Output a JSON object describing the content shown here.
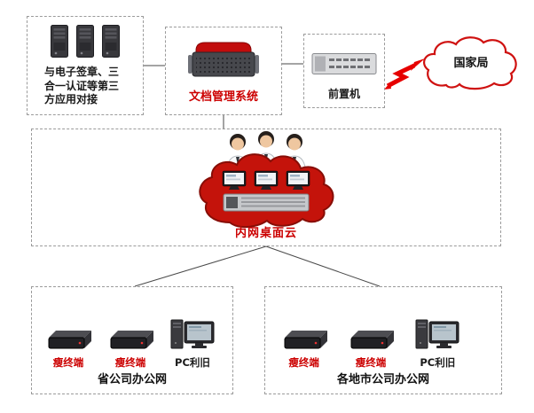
{
  "nodes": {
    "third_party": {
      "label": "与电子签章、三合一认证等第三方应用对接"
    },
    "doc_system": {
      "label": "文档管理系统"
    },
    "front_machine": {
      "label": "前置机"
    },
    "national_bureau": {
      "label": "国家局"
    },
    "desktop_cloud": {
      "label": "内网桌面云"
    },
    "province_office": {
      "thin_terminal_1": "瘦终端",
      "thin_terminal_2": "瘦终端",
      "pc_reuse": "PC利旧",
      "caption": "省公司办公网"
    },
    "city_office": {
      "thin_terminal_1": "瘦终端",
      "thin_terminal_2": "瘦终端",
      "pc_reuse": "PC利旧",
      "caption": "各地市公司办公网"
    }
  },
  "icons": {
    "server_tower": "server-tower-icon",
    "storage_server": "storage-server-icon",
    "rack_server": "rack-server-icon",
    "national_cloud": "cloud-icon",
    "lightning": "lightning-bolt-icon",
    "user": "user-icon",
    "monitor": "monitor-icon",
    "thin_client": "thin-client-icon",
    "desktop_pc": "desktop-pc-icon"
  },
  "colors": {
    "accent_red": "#cc0000",
    "cloud_red": "#c4130b",
    "cloud_outline_red": "#cf1110",
    "dashed_border": "#9b9b9b",
    "connector": "#4a4a4a"
  }
}
